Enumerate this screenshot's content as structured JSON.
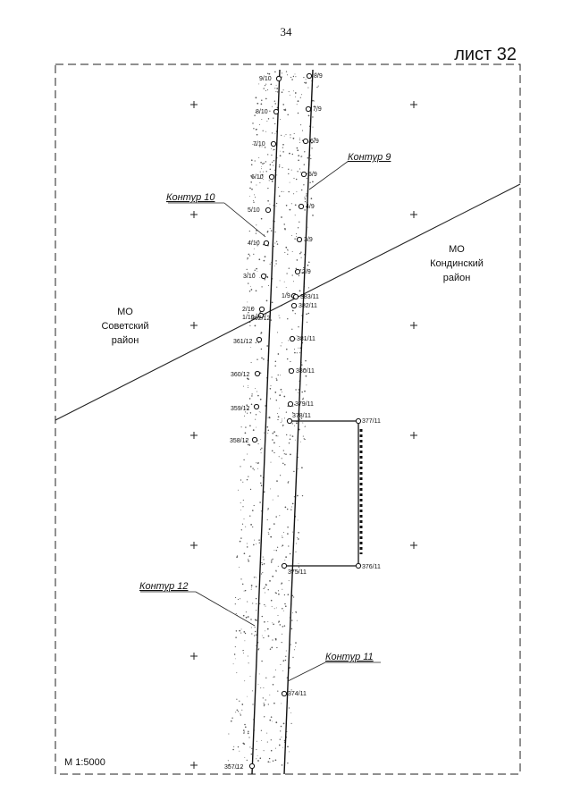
{
  "page_number": "34",
  "sheet_title": "лист 32",
  "scale": "М 1:5000",
  "regions": {
    "sovetsky": [
      "МО",
      "Советский",
      "район"
    ],
    "kondinsky": [
      "МО",
      "Кондинский",
      "район"
    ]
  },
  "contours": {
    "c9": "Контур 9",
    "c10": "Контур 10",
    "c11": "Контур 11",
    "c12": "Контур 12"
  },
  "contour10_points": [
    "9/10",
    "8/10",
    "7/10",
    "6/10",
    "5/10",
    "4/10",
    "3/10",
    "2/10",
    "1/10"
  ],
  "contour9_points": [
    "8/9",
    "7/9",
    "6/9",
    "5/9",
    "4/9",
    "3/9",
    "2/9",
    "1/9"
  ],
  "contour11_points": [
    "383/11",
    "382/11",
    "381/11",
    "380/11",
    "379/11",
    "378/11",
    "377/11",
    "376/11",
    "375/11",
    "374/11"
  ],
  "contour12_points": [
    "362/12",
    "361/12",
    "360/12",
    "359/12",
    "358/12",
    "357/12"
  ]
}
